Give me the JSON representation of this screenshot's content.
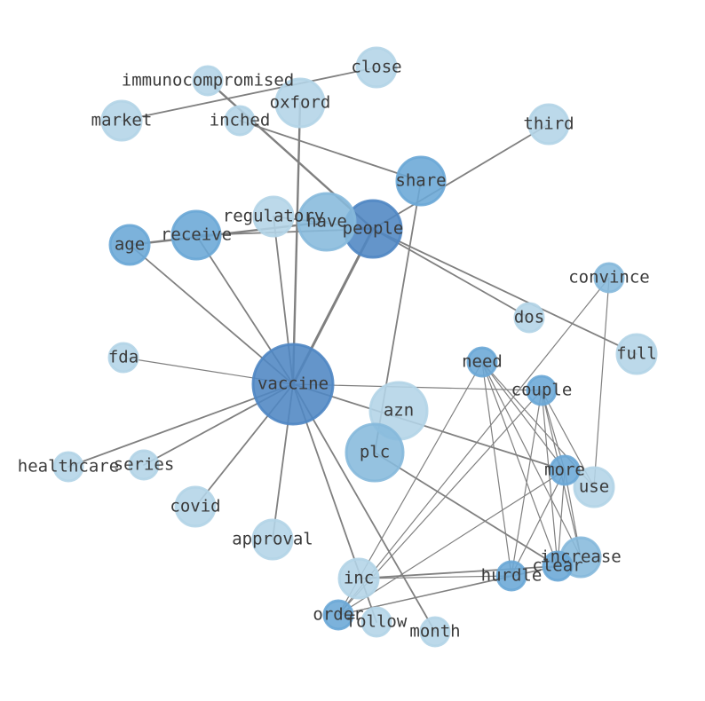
{
  "graph": {
    "nodes": [
      {
        "id": "vaccine",
        "label": "vaccine",
        "level": 3
      },
      {
        "id": "people",
        "label": "people",
        "level": 3
      },
      {
        "id": "have",
        "label": "have",
        "level": 1
      },
      {
        "id": "share",
        "label": "share",
        "level": 2
      },
      {
        "id": "receive",
        "label": "receive",
        "level": 2
      },
      {
        "id": "age",
        "label": "age",
        "level": 2
      },
      {
        "id": "regulatory",
        "label": "regulatory",
        "level": 0
      },
      {
        "id": "oxford",
        "label": "oxford",
        "level": 0
      },
      {
        "id": "immunocompromised",
        "label": "immunocompromised",
        "level": 0
      },
      {
        "id": "close",
        "label": "close",
        "level": 0
      },
      {
        "id": "market",
        "label": "market",
        "level": 0
      },
      {
        "id": "inched",
        "label": "inched",
        "level": 0
      },
      {
        "id": "third",
        "label": "third",
        "level": 0
      },
      {
        "id": "convince",
        "label": "convince",
        "level": 1
      },
      {
        "id": "dos",
        "label": "dos",
        "level": 0
      },
      {
        "id": "full",
        "label": "full",
        "level": 0
      },
      {
        "id": "fda",
        "label": "fda",
        "level": 0
      },
      {
        "id": "need",
        "label": "need",
        "level": 2
      },
      {
        "id": "couple",
        "label": "couple",
        "level": 2
      },
      {
        "id": "azn",
        "label": "azn",
        "level": 0
      },
      {
        "id": "plc",
        "label": "plc",
        "level": 1
      },
      {
        "id": "healthcare",
        "label": "healthcare",
        "level": 0
      },
      {
        "id": "series",
        "label": "series",
        "level": 0
      },
      {
        "id": "covid",
        "label": "covid",
        "level": 0
      },
      {
        "id": "more",
        "label": "more",
        "level": 2
      },
      {
        "id": "use",
        "label": "use",
        "level": 0
      },
      {
        "id": "approval",
        "label": "approval",
        "level": 0
      },
      {
        "id": "increase",
        "label": "increase",
        "level": 1
      },
      {
        "id": "clear",
        "label": "clear",
        "level": 2
      },
      {
        "id": "hurdle",
        "label": "hurdle",
        "level": 2
      },
      {
        "id": "inc",
        "label": "inc",
        "level": 0
      },
      {
        "id": "order",
        "label": "order",
        "level": 2
      },
      {
        "id": "follow",
        "label": "follow",
        "level": 0
      },
      {
        "id": "month",
        "label": "month",
        "level": 0
      }
    ],
    "edges": [
      {
        "source": "vaccine",
        "target": "oxford",
        "weight": 3
      },
      {
        "source": "vaccine",
        "target": "people",
        "weight": 4
      },
      {
        "source": "vaccine",
        "target": "regulatory",
        "weight": 2
      },
      {
        "source": "vaccine",
        "target": "receive",
        "weight": 2
      },
      {
        "source": "vaccine",
        "target": "age",
        "weight": 2
      },
      {
        "source": "vaccine",
        "target": "fda",
        "weight": 1
      },
      {
        "source": "vaccine",
        "target": "healthcare",
        "weight": 2
      },
      {
        "source": "vaccine",
        "target": "series",
        "weight": 2
      },
      {
        "source": "vaccine",
        "target": "covid",
        "weight": 2
      },
      {
        "source": "vaccine",
        "target": "approval",
        "weight": 2
      },
      {
        "source": "vaccine",
        "target": "follow",
        "weight": 2
      },
      {
        "source": "vaccine",
        "target": "month",
        "weight": 2
      },
      {
        "source": "vaccine",
        "target": "couple",
        "weight": 1
      },
      {
        "source": "vaccine",
        "target": "more",
        "weight": 2
      },
      {
        "source": "age",
        "target": "have",
        "weight": 3
      },
      {
        "source": "receive",
        "target": "people",
        "weight": 2
      },
      {
        "source": "regulatory",
        "target": "people",
        "weight": 2
      },
      {
        "source": "people",
        "target": "third",
        "weight": 2
      },
      {
        "source": "people",
        "target": "dos",
        "weight": 2
      },
      {
        "source": "people",
        "target": "full",
        "weight": 2
      },
      {
        "source": "people",
        "target": "immunocompromised",
        "weight": 3
      },
      {
        "source": "market",
        "target": "close",
        "weight": 2
      },
      {
        "source": "inched",
        "target": "share",
        "weight": 2
      },
      {
        "source": "share",
        "target": "plc",
        "weight": 2
      },
      {
        "source": "plc",
        "target": "clear",
        "weight": 2
      },
      {
        "source": "inc",
        "target": "clear",
        "weight": 2
      },
      {
        "source": "inc",
        "target": "hurdle",
        "weight": 1
      },
      {
        "source": "order",
        "target": "convince",
        "weight": 1
      },
      {
        "source": "order",
        "target": "need",
        "weight": 1
      },
      {
        "source": "order",
        "target": "couple",
        "weight": 1
      },
      {
        "source": "order",
        "target": "more",
        "weight": 1
      },
      {
        "source": "order",
        "target": "clear",
        "weight": 1
      },
      {
        "source": "convince",
        "target": "use",
        "weight": 1
      },
      {
        "source": "need",
        "target": "more",
        "weight": 1
      },
      {
        "source": "need",
        "target": "use",
        "weight": 1
      },
      {
        "source": "need",
        "target": "increase",
        "weight": 1
      },
      {
        "source": "need",
        "target": "clear",
        "weight": 1
      },
      {
        "source": "need",
        "target": "hurdle",
        "weight": 1
      },
      {
        "source": "couple",
        "target": "more",
        "weight": 1
      },
      {
        "source": "couple",
        "target": "use",
        "weight": 1
      },
      {
        "source": "couple",
        "target": "increase",
        "weight": 1
      },
      {
        "source": "couple",
        "target": "clear",
        "weight": 1
      },
      {
        "source": "couple",
        "target": "hurdle",
        "weight": 1
      },
      {
        "source": "more",
        "target": "increase",
        "weight": 1
      },
      {
        "source": "more",
        "target": "clear",
        "weight": 1
      },
      {
        "source": "more",
        "target": "hurdle",
        "weight": 1
      },
      {
        "source": "hurdle",
        "target": "clear",
        "weight": 1
      },
      {
        "source": "hurdle",
        "target": "order",
        "weight": 1
      }
    ]
  },
  "colors": {
    "level0": "#b3d4e7",
    "level1": "#86b9dc",
    "level2": "#6aa7d6",
    "level3": "#4f86c3",
    "edge": "#808080",
    "label": "#3a3a3a"
  }
}
